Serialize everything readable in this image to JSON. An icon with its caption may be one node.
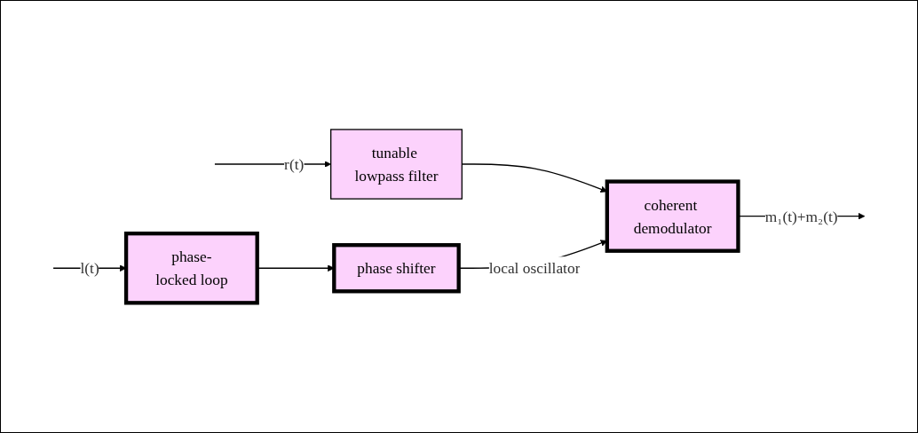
{
  "diagram": {
    "nodes": [
      {
        "text": [
          "tunable lowpass filter"
        ]
      },
      {
        "text": [
          "coherent demodulator"
        ]
      },
      {
        "text": [
          "phase-locked loop"
        ]
      },
      {
        "text": [
          "phase shifter"
        ]
      }
    ],
    "edges": [
      {
        "from": null,
        "to": 0,
        "arrow": "to",
        "label": "r(t)"
      },
      {
        "from": 0,
        "to": 1,
        "arrow": "to"
      },
      {
        "from": 1,
        "to": null,
        "arrow": "to",
        "label": "m₁(t)+m₂(t)"
      },
      {
        "from": null,
        "to": 2,
        "arrow": "to",
        "label": "l(t)"
      },
      {
        "from": 2,
        "to": 3,
        "arrow": "to"
      },
      {
        "from": 3,
        "to": 1,
        "arrow": "to",
        "label": "local oscillator"
      }
    ]
  }
}
